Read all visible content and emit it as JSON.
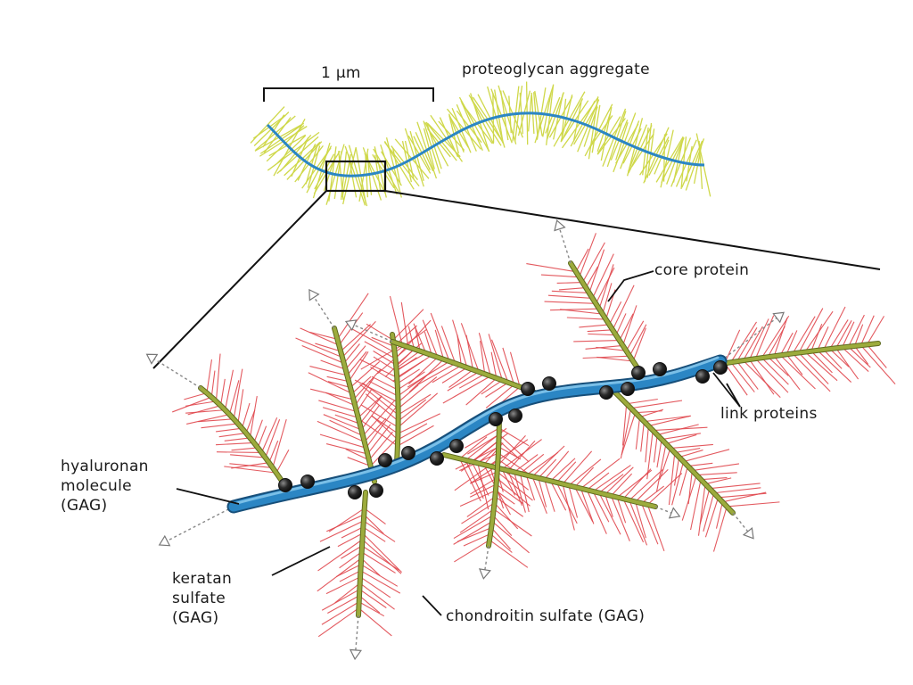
{
  "labels": {
    "scale_bar": "1 µm",
    "aggregate_title": "proteoglycan aggregate",
    "core_protein": "core protein",
    "link_proteins": "link proteins",
    "hyaluronan": "hyaluronan\nmolecule\n(GAG)",
    "keratan": "keratan\nsulfate\n(GAG)",
    "chondroitin": "chondroitin sulfate (GAG)"
  },
  "colors": {
    "hyaluronan": "#2b86c4",
    "core_protein": "#9cab3c",
    "chondroitin": "#e0484e",
    "aggregate_bristle": "#cfd84a",
    "link_protein": "#2a2a2a",
    "line": "#111111"
  }
}
